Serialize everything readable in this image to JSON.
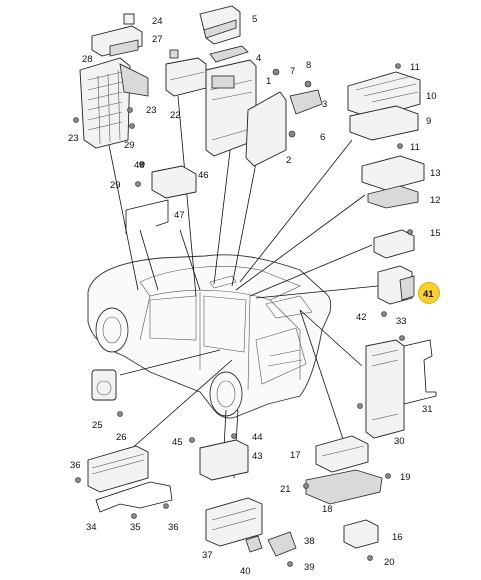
{
  "diagram": {
    "highlighted_part": "41",
    "part_labels": {
      "p1": "1",
      "p2": "2",
      "p3": "3",
      "p4": "4",
      "p5": "5",
      "p6": "6",
      "p7": "7",
      "p8": "8",
      "p9": "9",
      "p10": "10",
      "p11a": "11",
      "p11b": "11",
      "p12": "12",
      "p13": "13",
      "p15": "15",
      "p16": "16",
      "p17": "17",
      "p18": "18",
      "p19": "19",
      "p20": "20",
      "p21": "21",
      "p22": "22",
      "p23": "23",
      "p24": "24",
      "p25": "25",
      "p26": "26",
      "p27": "27",
      "p28": "28",
      "p29a": "29",
      "p29b": "29",
      "p30": "30",
      "p31": "31",
      "p33": "33",
      "p34": "34",
      "p35": "35",
      "p36a": "36",
      "p36b": "36",
      "p37": "37",
      "p38": "38",
      "p39": "39",
      "p40": "40",
      "p41": "41",
      "p42": "42",
      "p43": "43",
      "p44": "44",
      "p45": "45",
      "p46": "46",
      "p47": "47",
      "p48": "48"
    },
    "colors": {
      "highlight": "#f8d030",
      "line": "#111111",
      "part_fill": "#f2f2f2"
    }
  }
}
